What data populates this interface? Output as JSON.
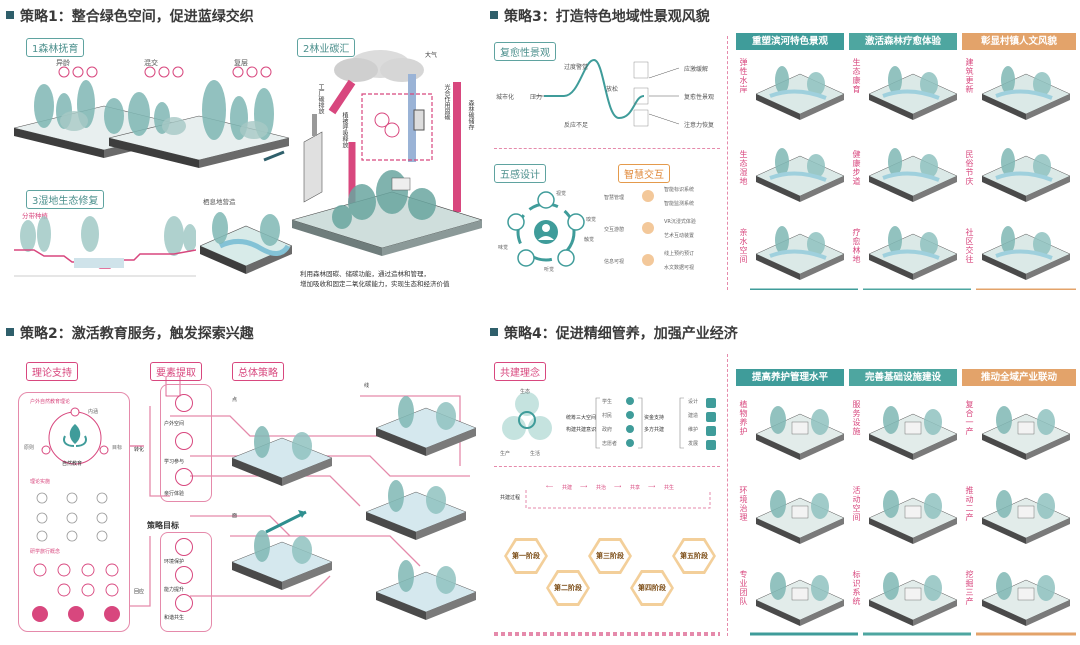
{
  "s1": {
    "title": "策略1：整合绿色空间，促进蓝绿交织",
    "tag1": "1森林抚育",
    "tag2": "2林业碳汇",
    "tag3": "3湿地生态修复",
    "stages": [
      "异龄",
      "混交",
      "复层"
    ],
    "air": "大气",
    "factory": "工厂碳排放",
    "absorb": "光合作用固碳",
    "release": "植被呼吸释放",
    "store": "森林碳储存",
    "habitat": "栖息地营造",
    "zone": "分带种植",
    "caption1": "利用森林固碳、储碳功能，通过造林和管理，",
    "caption2": "增加吸收和固定二氧化碳能力，实现生态和经济价值"
  },
  "s3": {
    "title": "策略3：打造特色地域性景观风貌",
    "resil": "复愈性景观",
    "five": "五感设计",
    "smart": "智慧交互",
    "curve_labels": [
      "过度警觉",
      "压力",
      "放松",
      "反应不足"
    ],
    "out_labels": [
      "应激缓解",
      "复愈性景观",
      "注意力恢复"
    ],
    "driver": "城市化",
    "senses": [
      "视觉",
      "嗅觉",
      "触觉",
      "听觉",
      "味觉"
    ],
    "smart_items": [
      {
        "label": "智慧管理",
        "items": [
          "智能标识系统",
          "智能监测系统"
        ]
      },
      {
        "label": "交互游憩",
        "items": [
          "VR沉浸式体验",
          "艺术互动装置"
        ]
      },
      {
        "label": "信息可视",
        "items": [
          "线上预约预订",
          "水文数据可视"
        ]
      }
    ],
    "cols": [
      {
        "title": "重塑滨河特色景观",
        "items": [
          "弹性水岸",
          "生态湿地",
          "亲水空间"
        ]
      },
      {
        "title": "激活森林疗愈体验",
        "items": [
          "生态康育",
          "健康步道",
          "疗愈林地"
        ]
      },
      {
        "title": "彰显村镇人文风貌",
        "items": [
          "建筑更新",
          "民俗节庆",
          "社区交往"
        ]
      }
    ]
  },
  "s2": {
    "title": "策略2：激活教育服务，触发探索兴趣",
    "theory": "理论支持",
    "extract": "要素提取",
    "overall": "总体策略",
    "goal": "策略目标",
    "core": "自然教育",
    "ring": [
      "内涵",
      "原则",
      "目标"
    ],
    "theory_items": [
      "户外自然教育理论",
      "理论实施",
      "研学旅行概念"
    ],
    "elements": [
      "户外空间",
      "学习参与",
      "亲行体验"
    ],
    "goals": [
      "环境保护",
      "能力提升",
      "和谐共生"
    ],
    "transform": "转化",
    "feedback": "回应",
    "point": "点",
    "line": "线",
    "plane": "面"
  },
  "s4": {
    "title": "策略4：促进精细管养，加强产业经济",
    "concept": "共建理念",
    "triad": [
      "生态",
      "生产",
      "生活"
    ],
    "unify": [
      "统筹三大空间",
      "构建共建意识"
    ],
    "actors": [
      "学生",
      "村民",
      "政府",
      "志愿者"
    ],
    "support": [
      "资金支持",
      "多方共建"
    ],
    "actions": [
      "设计",
      "建造",
      "维护",
      "发展"
    ],
    "flow": [
      "共建",
      "共治",
      "共享",
      "共生"
    ],
    "process": "共建过程",
    "phases": [
      "第一阶段",
      "第二阶段",
      "第三阶段",
      "第四阶段",
      "第五阶段"
    ],
    "cols": [
      {
        "title": "提高养护管理水平",
        "items": [
          "植物养护",
          "环境治理",
          "专业团队"
        ]
      },
      {
        "title": "完善基础设施建设",
        "items": [
          "服务设施",
          "活动空间",
          "标识系统"
        ]
      },
      {
        "title": "推动全域产业联动",
        "items": [
          "复合一产",
          "推动二产",
          "挖掘三产"
        ]
      }
    ]
  },
  "colors": {
    "teal": "#3f9c9a",
    "pink": "#d8477e",
    "orange": "#e3a36a",
    "heading": "#2f5f6b"
  }
}
